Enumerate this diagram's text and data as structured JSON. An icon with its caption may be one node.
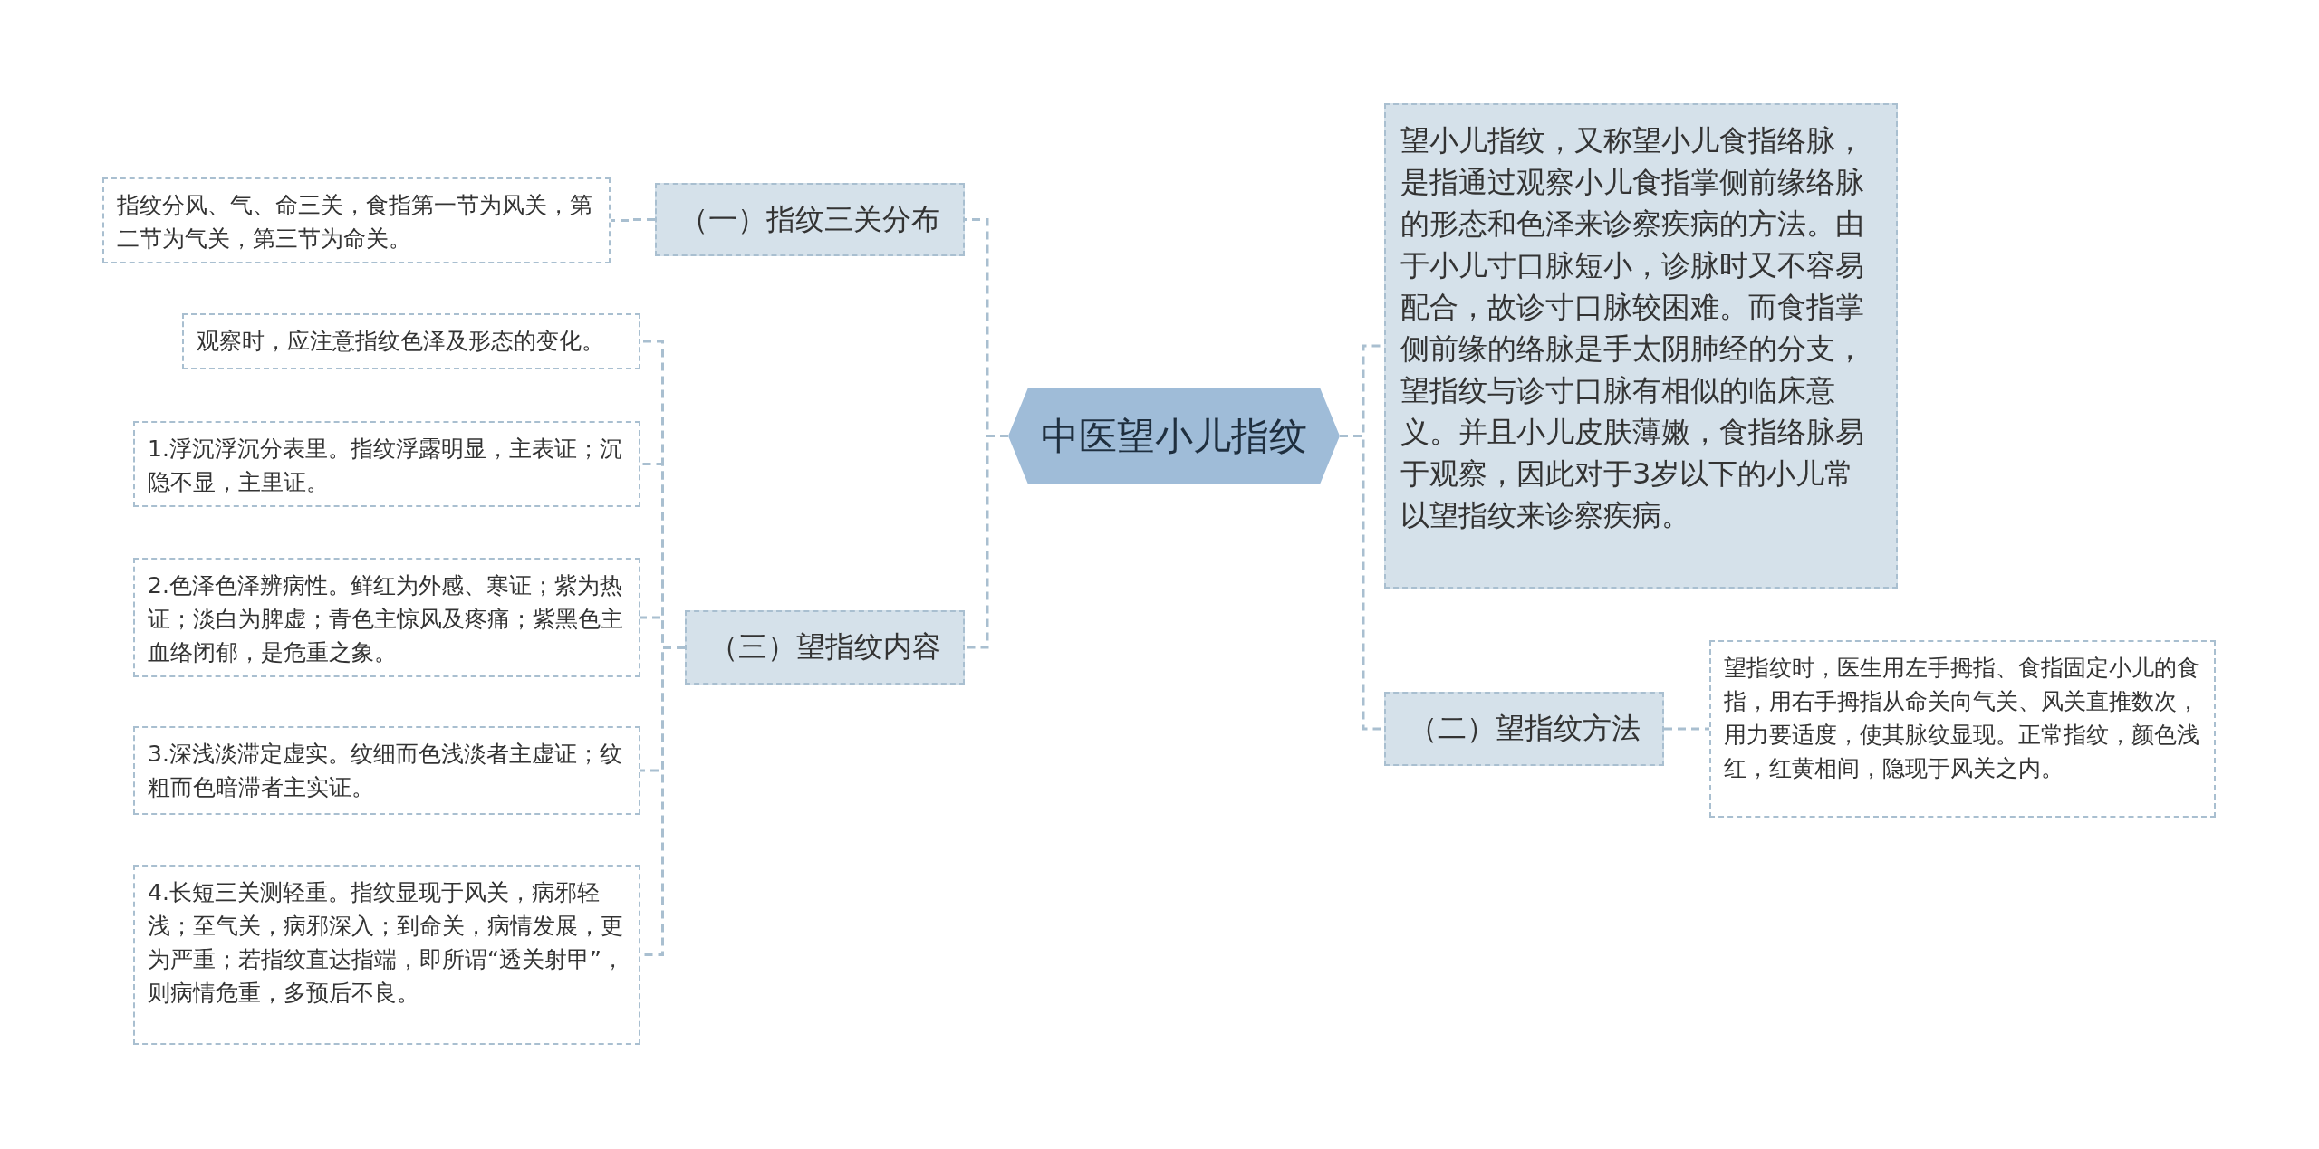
{
  "diagram": {
    "nodes": [
      {
        "text": [
          "中医望小儿指纹"
        ]
      },
      {
        "text": [
          "（一）指纹三关分布"
        ]
      },
      {
        "text": [
          "指纹分风、气、命三关，食指第一节为风关，第二节为气关，第三节为命关。"
        ]
      },
      {
        "text": [
          "（三）望指纹内容"
        ]
      },
      {
        "text": [
          "观察时，应注意指纹色泽及形态的变化。"
        ]
      },
      {
        "text": [
          "1.浮沉浮沉分表里。指纹浮露明显，主表证；沉隐不显，主里证。"
        ]
      },
      {
        "text": [
          "2.色泽色泽辨病性。鲜红为外感、寒证；紫为热证；淡白为脾虚；青色主惊风及疼痛；紫黑色主血络闭郁，是危重之象。"
        ]
      },
      {
        "text": [
          "3.深浅淡滞定虚实。纹细而色浅淡者主虚证；纹粗而色暗滞者主实证。"
        ]
      },
      {
        "text": [
          "4.长短三关测轻重。指纹显现于风关，病邪轻浅；至气关，病邪深入；到命关，病情发展，更为严重；若指纹直达指端，即所谓“透关射甲”，则病情危重，多预后不良。"
        ]
      },
      {
        "text": [
          "望小儿指纹，又称望小儿食指络脉，是指通过观察小儿食指掌侧前缘络脉的形态和色泽来诊察疾病的方法。由于小儿寸口脉短小，诊脉时又不容易配合，故诊寸口脉较困难。而食指掌侧前缘的络脉是手太阴肺经的分支，望指纹与诊寸口脉有相似的临床意义。并且小儿皮肤薄嫩，食指络脉易于观察，因此对于3岁以下的小儿常以望指纹来诊察疾病。"
        ]
      },
      {
        "text": [
          "（二）望指纹方法"
        ]
      },
      {
        "text": [
          "望指纹时，医生用左手拇指、食指固定小儿的食指，用右手拇指从命关向气关、风关直推数次，用力要适度，使其脉纹显现。正常指纹，颜色浅红，红黄相间，隐现于风关之内。"
        ]
      }
    ],
    "edges": [
      {
        "from": 0,
        "to": 1,
        "arrow": "none"
      },
      {
        "from": 1,
        "to": 2,
        "arrow": "none"
      },
      {
        "from": 0,
        "to": 3,
        "arrow": "none"
      },
      {
        "from": 3,
        "to": 4,
        "arrow": "none"
      },
      {
        "from": 3,
        "to": 5,
        "arrow": "none"
      },
      {
        "from": 3,
        "to": 6,
        "arrow": "none"
      },
      {
        "from": 3,
        "to": 7,
        "arrow": "none"
      },
      {
        "from": 3,
        "to": 8,
        "arrow": "none"
      },
      {
        "from": 0,
        "to": 9,
        "arrow": "none"
      },
      {
        "from": 0,
        "to": 10,
        "arrow": "none"
      },
      {
        "from": 10,
        "to": 11,
        "arrow": "none"
      }
    ]
  }
}
